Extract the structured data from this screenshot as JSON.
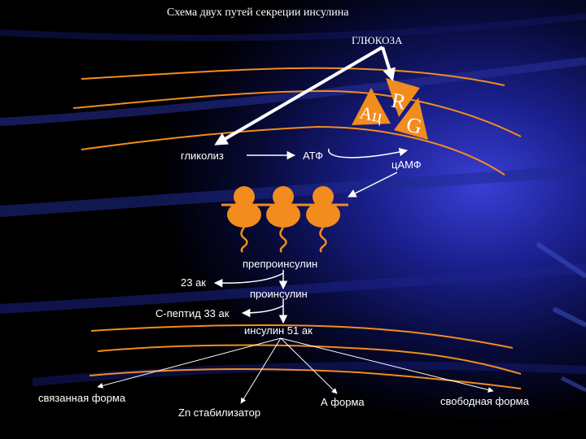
{
  "title": "Схема двух путей секреции инсулина",
  "labels": {
    "glucose": "ГЛЮКОЗА",
    "glycolysis": "гликолиз",
    "atp": "АТФ",
    "camp": "цАМФ",
    "preproinsulin": "препроинсулин",
    "aa23": "23 ак",
    "proinsulin": "проинсулин",
    "cpeptide": "С-пептид 33 ак",
    "insulin": "инсулин 51 ак",
    "bound_form": "связанная форма",
    "zn_stabilizer": "Zn стабилизатор",
    "a_form": "А форма",
    "free_form": "свободная форма"
  },
  "receptor": {
    "left_letters": "Ац",
    "top_letter": "R",
    "right_letter": "G"
  },
  "colors": {
    "background": "#000000",
    "membrane": "#f28c1e",
    "receptor_fill": "#f28c1e",
    "text": "#ffffff",
    "arrow": "#ffffff"
  }
}
